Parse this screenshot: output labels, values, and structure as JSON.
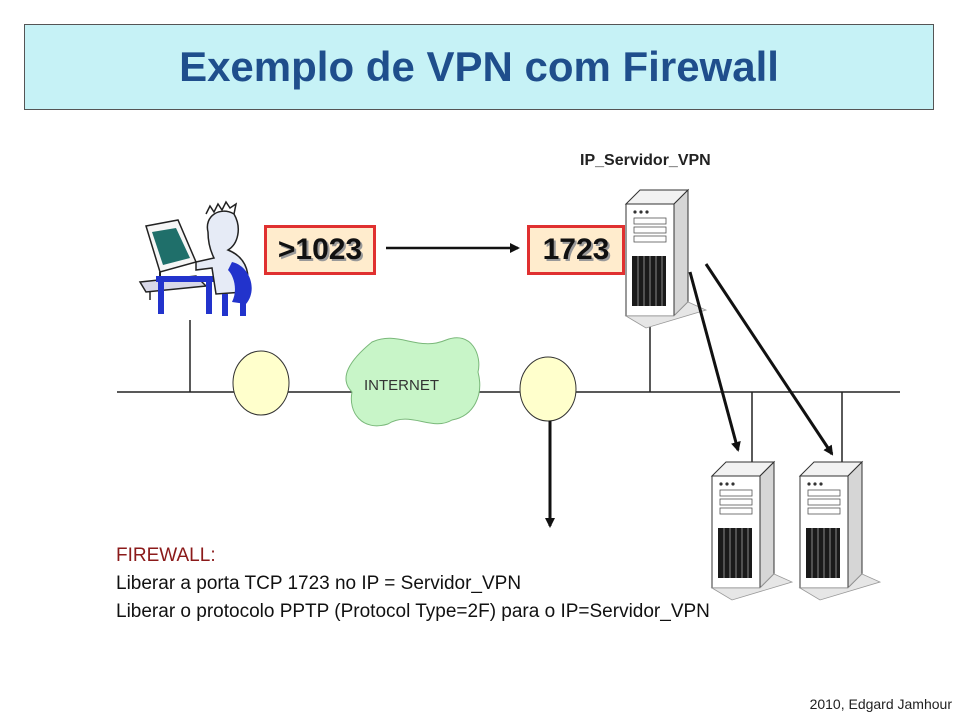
{
  "slide": {
    "title": "Exemplo de VPN com Firewall",
    "server_label": "IP_Servidor_VPN",
    "source_port": ">1023",
    "dest_port": "1723",
    "cloud_label": "INTERNET",
    "notes": {
      "heading": "FIREWALL:",
      "line1": "Liberar a porta TCP 1723 no IP = Servidor_VPN",
      "line2": "Liberar o protocolo PPTP (Protocol Type=2F) para o IP=Servidor_VPN"
    },
    "credit": "2010, Edgard Jamhour"
  },
  "colors": {
    "title_bg": "#c6f2f6",
    "title_text": "#1f4e8c",
    "port_fill": "#ffeccd",
    "port_border": "#e03030",
    "node_fill": "#ffffcc",
    "cloud_fill": "#c8f5c8"
  },
  "icons": [
    "user-computer-icon",
    "server-tower-icon"
  ]
}
